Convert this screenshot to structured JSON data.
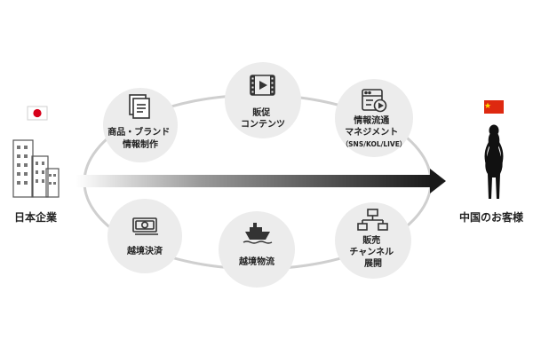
{
  "left_actor": {
    "label": "日本企業",
    "flag": "japan-flag",
    "icon": "office-buildings-icon"
  },
  "right_actor": {
    "label": "中国のお客様",
    "flag": "china-flag",
    "icon": "woman-silhouette-icon"
  },
  "nodes": [
    {
      "id": "product-info",
      "icon": "document-icon",
      "lines": [
        "商品・ブランド",
        "情報制作"
      ]
    },
    {
      "id": "sales-content",
      "icon": "video-icon",
      "lines": [
        "販促",
        "コンテンツ"
      ]
    },
    {
      "id": "info-distribution",
      "icon": "media-player-icon",
      "lines": [
        "情報流通",
        "マネジメント",
        "（SNS/KOL/LIVE）"
      ]
    },
    {
      "id": "cross-border-payment",
      "icon": "banknote-icon",
      "lines": [
        "越境決済"
      ]
    },
    {
      "id": "cross-border-logistics",
      "icon": "ship-icon",
      "lines": [
        "越境物流"
      ]
    },
    {
      "id": "sales-channel",
      "icon": "hierarchy-icon",
      "lines": [
        "販売",
        "チャンネル",
        "展開"
      ]
    }
  ],
  "colors": {
    "circle": "#ececec",
    "loop": "#cfcfcf",
    "arrow_dark": "#1a1a1a",
    "jp_red": "#d7001a",
    "cn_red": "#de2910",
    "cn_yellow": "#ffde00"
  }
}
